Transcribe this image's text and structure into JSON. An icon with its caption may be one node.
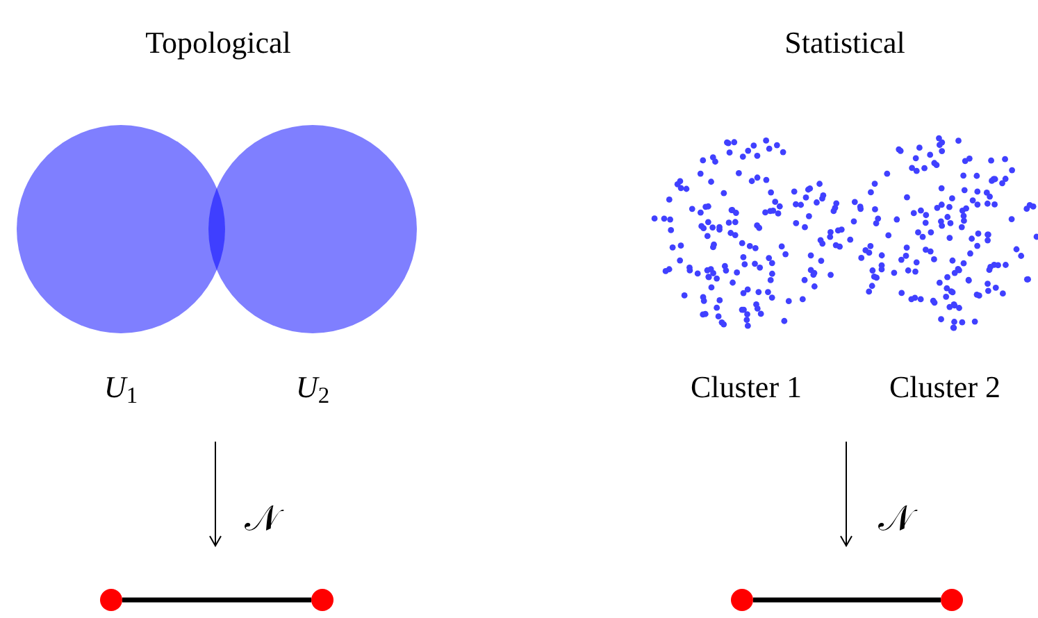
{
  "diagram": {
    "nodes": [
      {
        "text": [],
        "shape": "circle",
        "beside": [
          "*U*$_{1}$"
        ]
      },
      {
        "text": [],
        "shape": "circle",
        "beside": [
          "*U*$_{2}$"
        ]
      },
      {
        "text": [],
        "shape": "circle"
      },
      {
        "text": [],
        "shape": "circle"
      },
      {
        "text": [],
        "shape": "cloud",
        "beside": [
          "Cluster 1"
        ]
      },
      {
        "text": [],
        "shape": "cloud",
        "beside": [
          "Cluster 2"
        ]
      },
      {
        "text": [],
        "shape": "circle"
      },
      {
        "text": [],
        "shape": "circle"
      }
    ],
    "edges": [
      {
        "from": 2,
        "to": 3,
        "arrow": "none"
      },
      {
        "from": 6,
        "to": 7,
        "arrow": "none"
      }
    ],
    "labels": [
      "Topological",
      "Statistical",
      "𝒩",
      "𝒩"
    ]
  }
}
